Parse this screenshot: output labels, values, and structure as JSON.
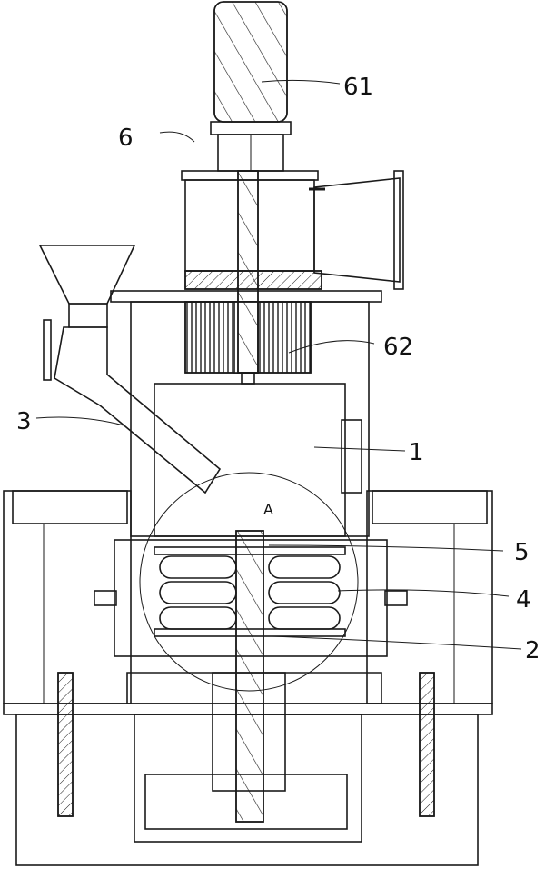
{
  "labels": {
    "l61": "61",
    "l6": "6",
    "l62": "62",
    "l3": "3",
    "l1": "1",
    "lA": "A",
    "l5": "5",
    "l4": "4",
    "l2": "2"
  },
  "colors": {
    "line": "#1a1a1a",
    "background": "#ffffff"
  }
}
